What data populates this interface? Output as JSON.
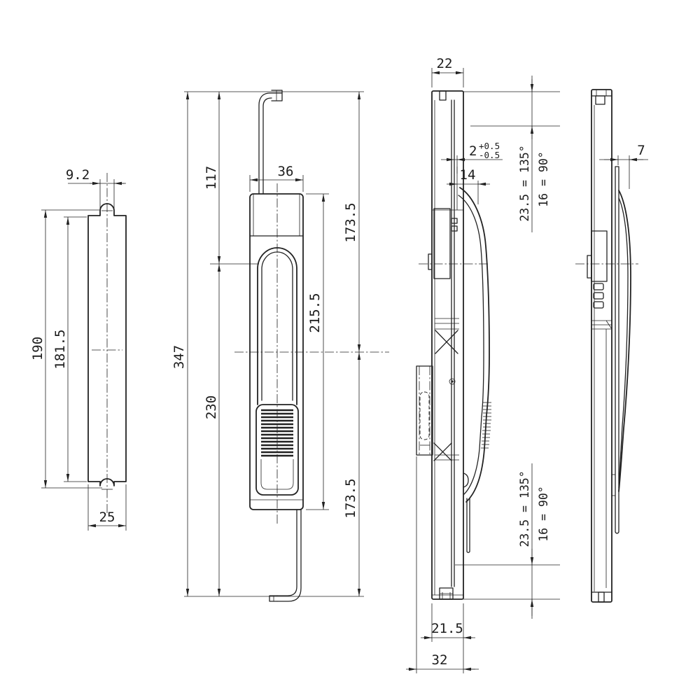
{
  "colors": {
    "background": "#ffffff",
    "line": "#222222"
  },
  "views": {
    "strike_plate": {
      "dims": {
        "slot_width": "9.2",
        "height_overall": "190",
        "height_inner": "181.5",
        "width": "25"
      }
    },
    "front": {
      "dims": {
        "upper_rod": "117",
        "overall_height": "347",
        "body_width": "36",
        "body_height": "215.5",
        "upper_half": "173.5",
        "lower_half": "173.5",
        "lower_section": "230"
      }
    },
    "side_open": {
      "dims": {
        "depth": "22",
        "rod_tip_gap": "2",
        "rod_tip_gap_plus": "+0.5",
        "rod_tip_gap_minus": "-0.5",
        "handle_offset": "14",
        "throw_top_135": "23.5 = 135°",
        "throw_top_90": "16 = 90°",
        "throw_bottom_135": "23.5 = 135°",
        "throw_bottom_90": "16 = 90°",
        "body_depth": "21.5",
        "overall_depth": "32"
      }
    },
    "side_closed": {
      "dims": {
        "plate_clearance": "7"
      }
    }
  }
}
